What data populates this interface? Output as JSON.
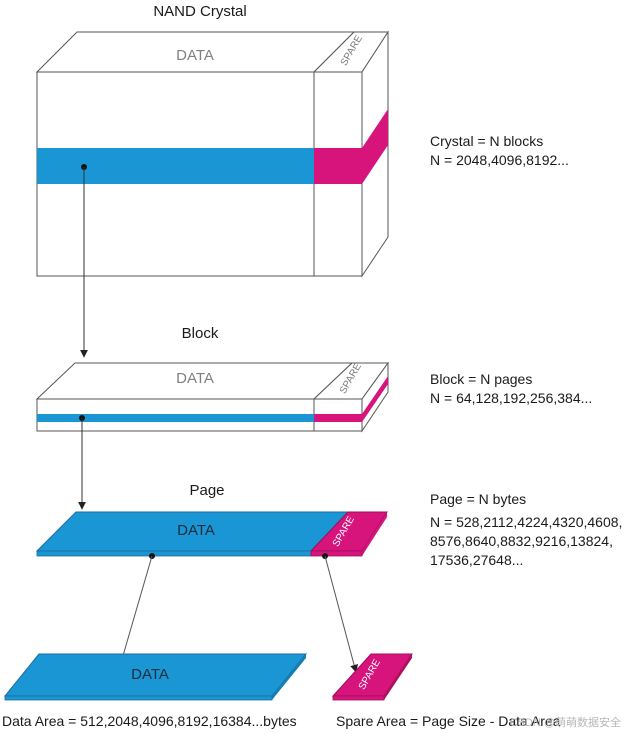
{
  "titles": {
    "crystal": "NAND Crystal",
    "block": "Block",
    "page": "Page"
  },
  "labels": {
    "data": "DATA",
    "spare": "SPARE"
  },
  "descriptions": {
    "crystal": [
      "Crystal = N blocks",
      "N = 2048,4096,8192..."
    ],
    "block": [
      "Block = N pages",
      "N = 64,128,192,256,384..."
    ],
    "page": [
      "Page = N bytes",
      "N = 528,2112,4224,4320,4608,",
      "8576,8640,8832,9216,13824,",
      "17536,27648..."
    ]
  },
  "footer": {
    "data_area": "Data Area = 512,2048,4096,8192,16384...bytes",
    "spare_area": "Spare Area = Page Size - Data Area"
  },
  "watermark": "CSDN @萌萌数据安全",
  "colors": {
    "data_blue": "#1a96d4",
    "spare_magenta": "#d6147c",
    "outline": "#555555",
    "background": "#ffffff"
  }
}
